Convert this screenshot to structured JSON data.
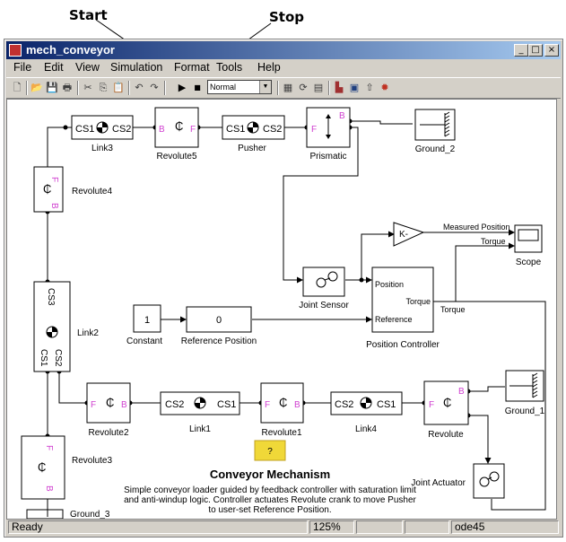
{
  "callouts": {
    "start": "Start",
    "stop": "Stop"
  },
  "window": {
    "title": "mech_conveyor",
    "buttons": [
      "_",
      "□",
      "×"
    ]
  },
  "menu": [
    "File",
    "Edit",
    "View",
    "Simulation",
    "Format",
    "Tools",
    "Help"
  ],
  "toolbar": {
    "mode": "Normal"
  },
  "blocks": {
    "link3": {
      "label": "Link3",
      "port_left": "CS1",
      "port_right": "CS2"
    },
    "revolute5": {
      "label": "Revolute5",
      "port_left": "B",
      "port_right": "F"
    },
    "pusher": {
      "label": "Pusher",
      "port_left": "CS1",
      "port_right": "CS2"
    },
    "prismatic": {
      "label": "Prismatic",
      "port_left": "F",
      "port_right": "B"
    },
    "ground2": {
      "label": "Ground_2"
    },
    "revolute4": {
      "label": "Revolute4",
      "port_top": "F",
      "port_bottom": "B"
    },
    "gain": {
      "text": "K-"
    },
    "scope": {
      "label": "Scope"
    },
    "link2": {
      "label": "Link2",
      "port_top": "CS3",
      "port_bottom_left": "CS1",
      "port_bottom_right": "CS2"
    },
    "joint_sensor": {
      "label": "Joint Sensor"
    },
    "constant": {
      "label": "Constant",
      "value": "1"
    },
    "reference_position": {
      "label": "Reference Position",
      "value": "0"
    },
    "position_controller": {
      "label": "Position Controller",
      "in_top": "Position",
      "in_bottom": "Reference",
      "out": "Torque"
    },
    "revolute2": {
      "label": "Revolute2",
      "port_left": "F",
      "port_right": "B"
    },
    "link1": {
      "label": "Link1",
      "port_left": "CS2",
      "port_right": "CS1"
    },
    "revolute1": {
      "label": "Revolute1",
      "port_left": "F",
      "port_right": "B"
    },
    "link4": {
      "label": "Link4",
      "port_left": "CS2",
      "port_right": "CS1"
    },
    "revolute": {
      "label": "Revolute",
      "port_left": "F",
      "port_right": "B"
    },
    "ground1": {
      "label": "Ground_1"
    },
    "revolute3": {
      "label": "Revolute3",
      "port_top": "F",
      "port_bottom": "B"
    },
    "joint_actuator": {
      "label": "Joint Actuator"
    },
    "ground3": {
      "label": "Ground_3"
    }
  },
  "signals": {
    "measured_position": "Measured Position",
    "torque_scope": "Torque",
    "torque_out": "Torque"
  },
  "info": {
    "button": "?",
    "title": "Conveyor Mechanism",
    "line1": "Simple conveyor loader guided by feedback controller with saturation limit",
    "line2": "and anti-windup logic. Controller actuates Revolute crank to move Pusher",
    "line3": "to user-set Reference Position."
  },
  "status": {
    "ready": "Ready",
    "zoom": "125%",
    "solver": "ode45"
  }
}
